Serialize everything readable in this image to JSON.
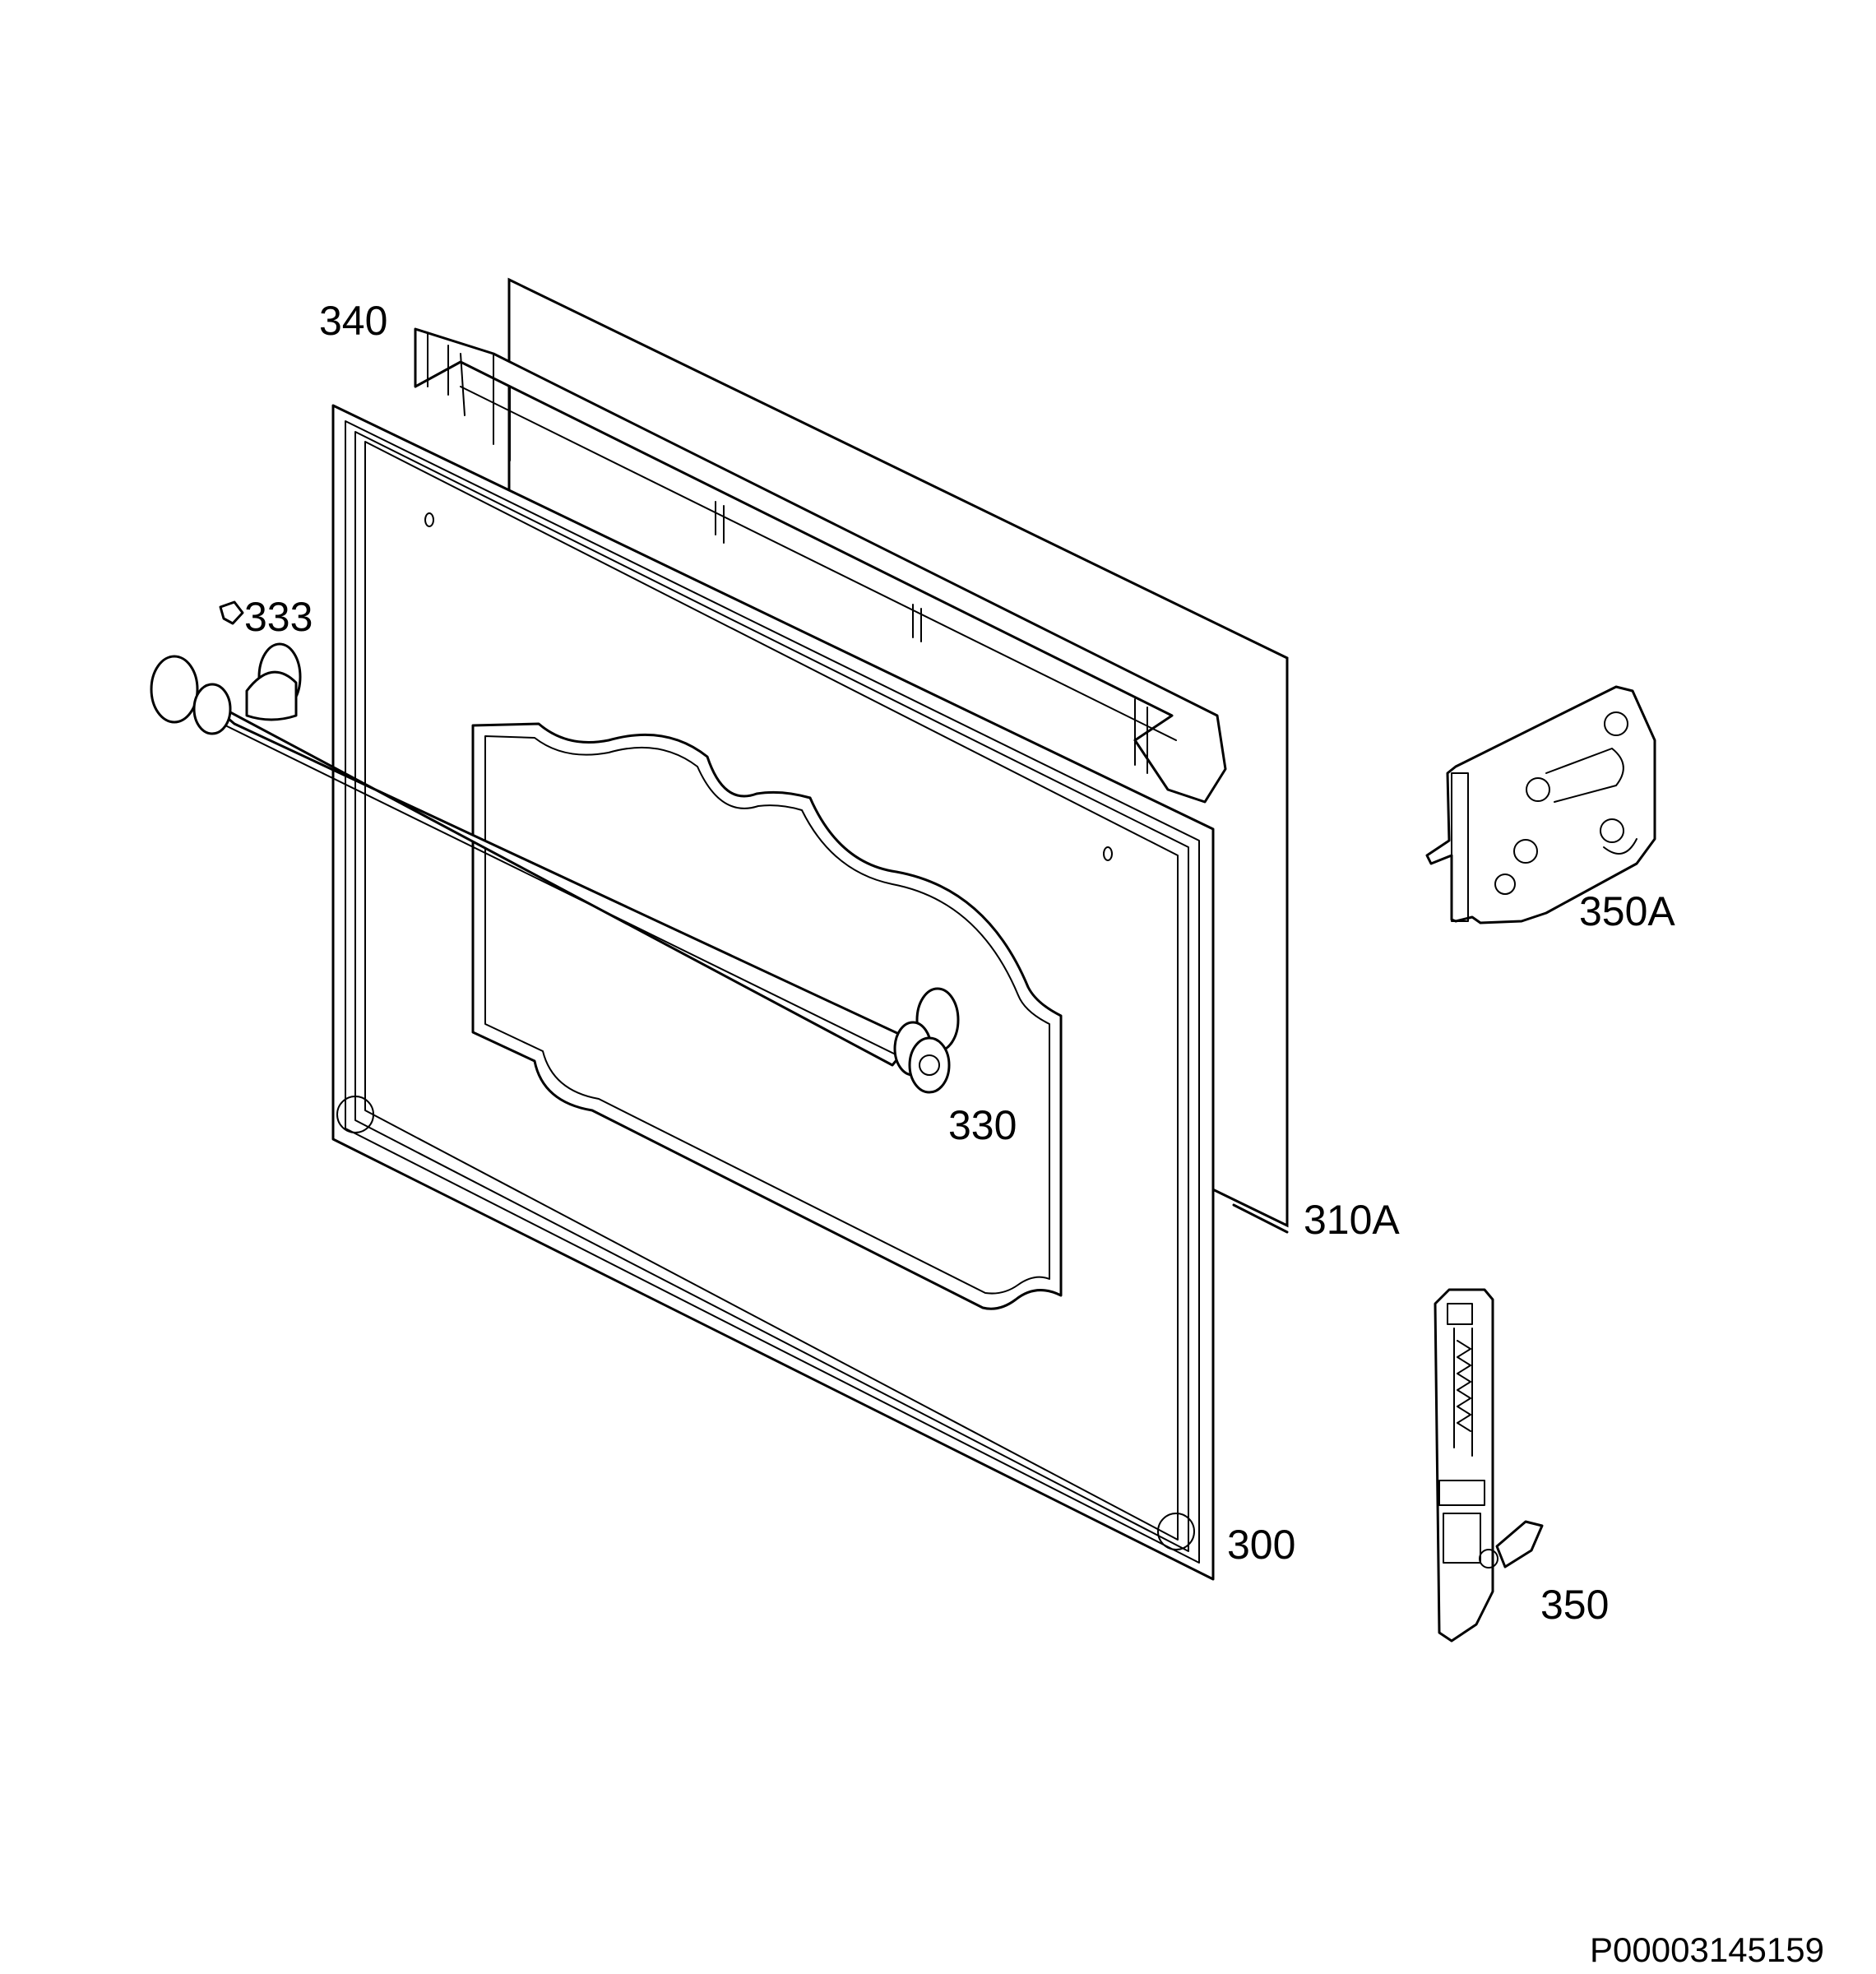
{
  "diagram": {
    "callouts": [
      {
        "id": "340",
        "text": "340"
      },
      {
        "id": "333",
        "text": "333"
      },
      {
        "id": "350A",
        "text": "350A"
      },
      {
        "id": "330",
        "text": "330"
      },
      {
        "id": "310A",
        "text": "310A"
      },
      {
        "id": "300",
        "text": "300"
      },
      {
        "id": "350",
        "text": "350"
      }
    ],
    "drawing_code": "P00003145159"
  }
}
